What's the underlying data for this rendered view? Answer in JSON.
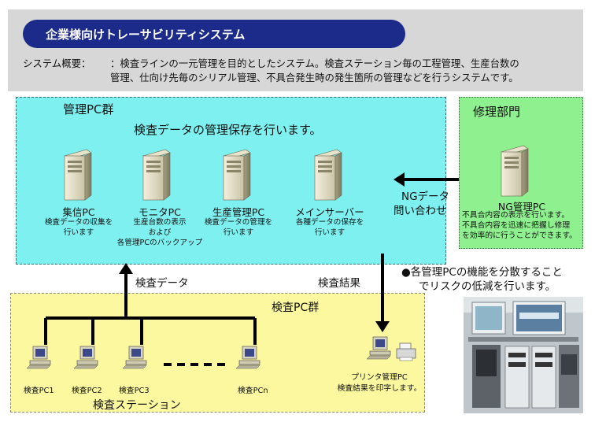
{
  "header": {
    "title": "企業様向けトレーサビリティシステム",
    "overview_label": "システム概要：",
    "overview_line1": "：検査ラインの一元管理を目的としたシステム。検査ステーション毎の工程管理、生産台数の",
    "overview_line2": "管理、仕向け先毎のシリアル管理、不具合発生時の発生箇所の管理などを行うシステムです。"
  },
  "management": {
    "title": "管理PC群",
    "subtitle": "検査データの管理保存を行います。",
    "servers": [
      {
        "name": "集信PC",
        "desc1": "検査データの収集を",
        "desc2": "行います",
        "desc3": ""
      },
      {
        "name": "モニタPC",
        "desc1": "生産台数の表示",
        "desc2": "および",
        "desc3": "各管理PCのバックアップ"
      },
      {
        "name": "生産管理PC",
        "desc1": "検査データの管理を",
        "desc2": "行います",
        "desc3": ""
      },
      {
        "name": "メインサーバー",
        "desc1": "各種データの保存を",
        "desc2": "行います",
        "desc3": ""
      }
    ]
  },
  "repair": {
    "title": "修理部門",
    "pc_name": "NG管理PC",
    "desc1": "不具合内容の表示を行います。",
    "desc2": "不具合内容を迅速に把握し修理",
    "desc3": "を効率的に行うことができます。"
  },
  "arrows": {
    "ng_line1": "NGデータ",
    "ng_line2": "問い合わせ",
    "inspection_data": "検査データ",
    "inspection_result": "検査結果"
  },
  "note": {
    "line1": "●各管理PCの機能を分散すること",
    "line2": "でリスクの低減を行います。"
  },
  "station": {
    "title": "検査PC群",
    "footer": "検査ステーション",
    "pcs": [
      "検査PC1",
      "検査PC2",
      "検査PC3",
      "検査PCn"
    ],
    "printer_line1": "プリンタ管理PC",
    "printer_line2": "検査結果を印字します。"
  },
  "colors": {
    "header_bg": "#d7d7d7",
    "title_pill": "#1c2a8a",
    "management_bg": "#7ff0f0",
    "repair_bg": "#8ef08e",
    "station_bg": "#fbf8a0"
  }
}
